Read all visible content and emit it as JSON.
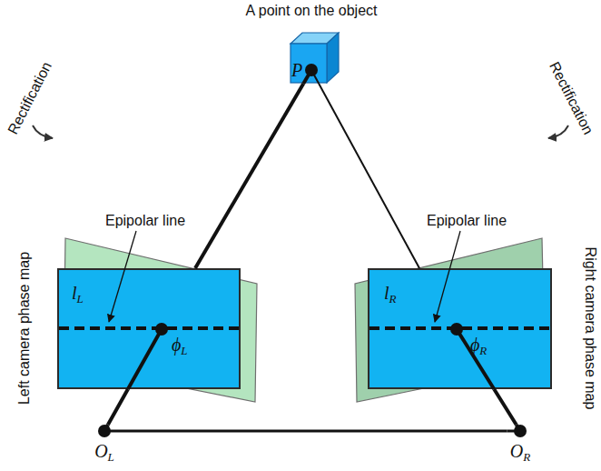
{
  "diagram": {
    "nodes": [
      {
        "text": [
          "P"
        ]
      },
      {
        "text": [
          "Left camera phase map",
          "lL",
          "ϕL"
        ]
      },
      {
        "text": [
          "Right camera phase map",
          "lR",
          "ϕR"
        ]
      },
      {
        "text": [
          "OL"
        ]
      },
      {
        "text": [
          "OR"
        ]
      }
    ],
    "edges": [
      {
        "from": 0,
        "to": 1,
        "arrow": "none"
      },
      {
        "from": 0,
        "to": 2,
        "arrow": "none"
      },
      {
        "from": 3,
        "to": 1,
        "arrow": "none"
      },
      {
        "from": 4,
        "to": 2,
        "arrow": "none"
      },
      {
        "from": 3,
        "to": 4,
        "arrow": "none"
      }
    ],
    "labels": [
      "A point on the object",
      "Rectification",
      "Epipolar line",
      "Epipolar line",
      "Rectification"
    ]
  }
}
